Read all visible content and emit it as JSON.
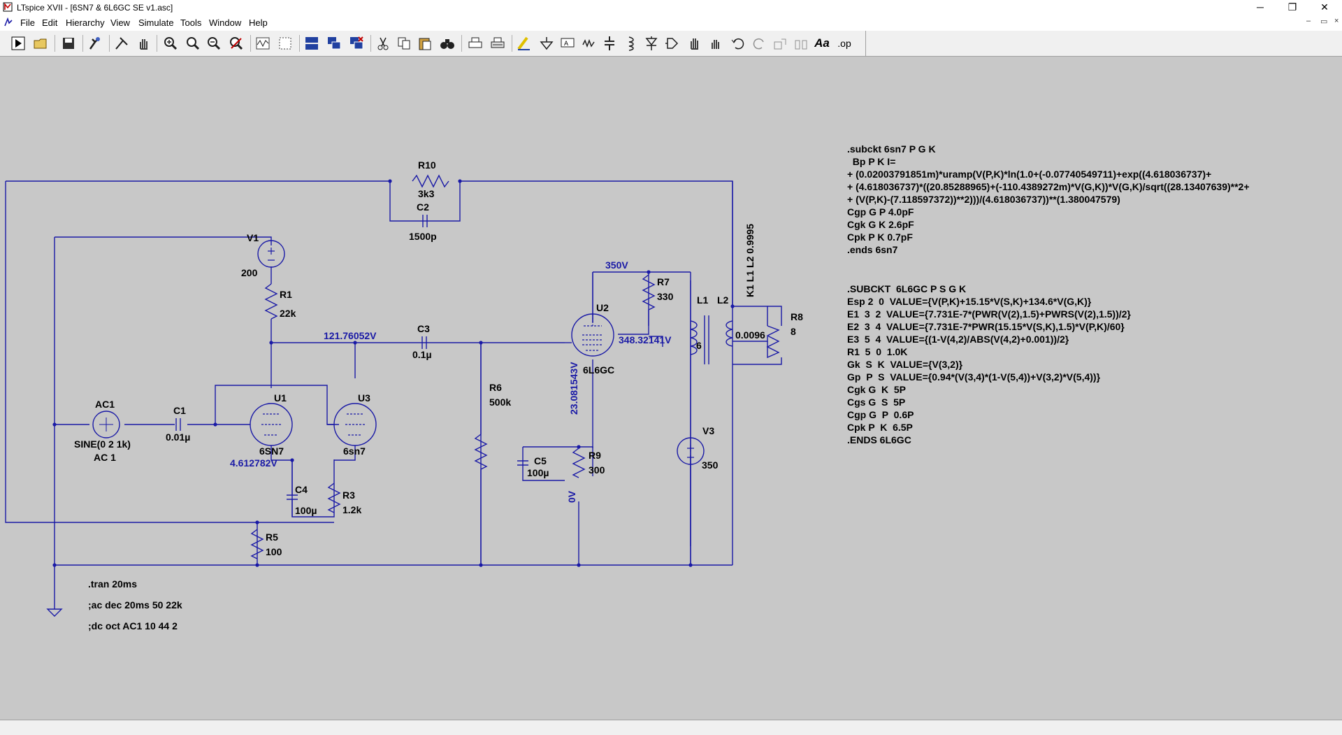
{
  "window": {
    "title": "LTspice XVII - [6SN7 & 6L6GC SE v1.asc]",
    "controls": {
      "minimize": "─",
      "restore": "❐",
      "close": "✕"
    },
    "mdi_controls": {
      "minimize": "–",
      "restore": "▭",
      "close": "×"
    }
  },
  "menu": [
    "File",
    "Edit",
    "Hierarchy",
    "View",
    "Simulate",
    "Tools",
    "Window",
    "Help"
  ],
  "toolbar": {
    "icons": [
      "run-icon",
      "open-icon",
      "save-icon",
      "control-panel-icon",
      "probe-icon",
      "pan-hand-icon",
      "zoom-in-icon",
      "zoom-area-icon",
      "zoom-out-icon",
      "zoom-cancel-icon",
      "waveform-icon",
      "autorange-icon",
      "tile-horizontal-icon",
      "cascade-icon",
      "close-all-icon",
      "cut-icon",
      "copy-icon",
      "paste-icon",
      "find-icon",
      "print-icon",
      "print-preview-icon",
      "draw-wire-icon",
      "ground-icon",
      "label-net-icon",
      "resistor-icon",
      "capacitor-icon",
      "inductor-icon",
      "diode-icon",
      "component-icon",
      "move-icon",
      "drag-icon",
      "undo-icon",
      "redo-icon",
      "rotate-icon",
      "mirror-icon",
      "text-icon",
      "spice-directive-icon"
    ],
    "text_button": "Aa",
    "op_button": ".op"
  },
  "schematic": {
    "components": {
      "R10": {
        "name": "R10",
        "value": "3k3"
      },
      "C2": {
        "name": "C2",
        "value": "1500p"
      },
      "V1": {
        "name": "V1",
        "value": "200"
      },
      "R1": {
        "name": "R1",
        "value": "22k"
      },
      "C3": {
        "name": "C3",
        "value": "0.1µ"
      },
      "R7": {
        "name": "R7",
        "value": "330"
      },
      "U2": {
        "name": "U2",
        "value": "6L6GC"
      },
      "L1": {
        "name": "L1",
        "value": "6"
      },
      "L2": {
        "name": "L2",
        "value": "0.0096"
      },
      "R8": {
        "name": "R8",
        "value": "8"
      },
      "AC1": {
        "name": "AC1",
        "value": "SINE(0 2 1k)",
        "value2": "AC 1"
      },
      "C1": {
        "name": "C1",
        "value": "0.01µ"
      },
      "U1": {
        "name": "U1",
        "value": "6SN7"
      },
      "U3": {
        "name": "U3",
        "value": "6sn7"
      },
      "R6": {
        "name": "R6",
        "value": "500k"
      },
      "C4": {
        "name": "C4",
        "value": "100µ"
      },
      "R3": {
        "name": "R3",
        "value": "1.2k"
      },
      "R5": {
        "name": "R5",
        "value": "100"
      },
      "C5": {
        "name": "C5",
        "value": "100µ"
      },
      "R9": {
        "name": "R9",
        "value": "300"
      },
      "V3": {
        "name": "V3",
        "value": "350"
      }
    },
    "voltages": {
      "plate1": "121.76052V",
      "b_plus": "350V",
      "screen": "348.32141V",
      "grid2": "23.081543V",
      "cathode1": "4.612782V",
      "cathode2": "0V"
    },
    "coupling": "K1 L1 L2 0.9995",
    "directives": {
      "tran": ".tran 20ms",
      "ac": ";ac dec 20ms 50 22k",
      "dc": ";dc oct AC1 10 44 2"
    },
    "subckt_6sn7": [
      ".subckt 6sn7 P G K",
      "  Bp P K I=",
      "+ (0.02003791851m)*uramp(V(P,K)*ln(1.0+(-0.07740549711)+exp((4.618036737)+",
      "+ (4.618036737)*((20.85288965)+(-110.4389272m)*V(G,K))*V(G,K)/sqrt((28.13407639)**2+",
      "+ (V(P,K)-(7.118597372))**2)))/(4.618036737))**(1.380047579)",
      "Cgp G P 4.0pF",
      "Cgk G K 2.6pF",
      "Cpk P K 0.7pF",
      ".ends 6sn7"
    ],
    "subckt_6l6gc": [
      ".SUBCKT  6L6GC P S G K",
      "Esp 2  0  VALUE={V(P,K)+15.15*V(S,K)+134.6*V(G,K)}",
      "E1  3  2  VALUE={7.731E-7*(PWR(V(2),1.5)+PWRS(V(2),1.5))/2}",
      "E2  3  4  VALUE={7.731E-7*PWR(15.15*V(S,K),1.5)*V(P,K)/60}",
      "E3  5  4  VALUE={(1-V(4,2)/ABS(V(4,2)+0.001))/2}",
      "R1  5  0  1.0K",
      "Gk  S  K  VALUE={V(3,2)}",
      "Gp  P  S  VALUE={0.94*(V(3,4)*(1-V(5,4))+V(3,2)*V(5,4))}",
      "Cgk G  K  5P",
      "Cgs G  S  5P",
      "Cgp G  P  0.6P",
      "Cpk P  K  6.5P",
      ".ENDS 6L6GC"
    ]
  }
}
